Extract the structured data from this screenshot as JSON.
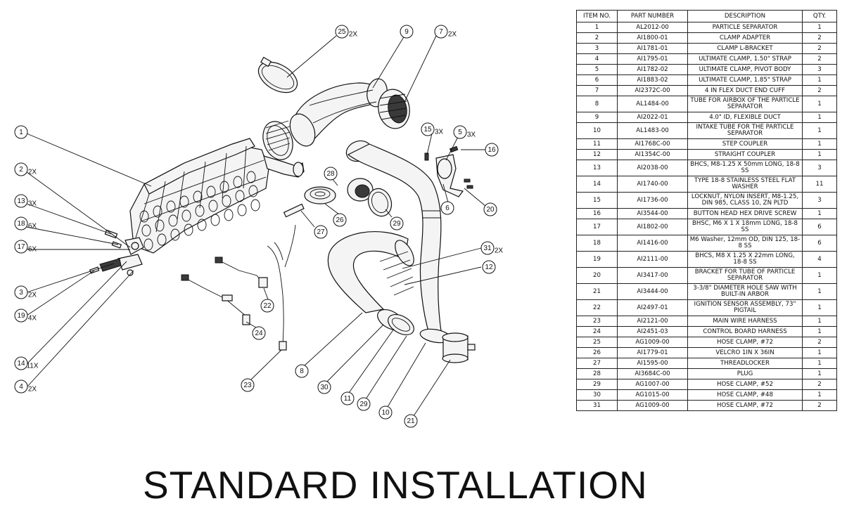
{
  "title": "STANDARD INSTALLATION",
  "bom": {
    "headers": [
      "ITEM NO.",
      "PART NUMBER",
      "DESCRIPTION",
      "QTY."
    ],
    "rows": [
      [
        "1",
        "AL2012-00",
        "PARTICLE SEPARATOR",
        "1"
      ],
      [
        "2",
        "AI1800-01",
        "CLAMP ADAPTER",
        "2"
      ],
      [
        "3",
        "AI1781-01",
        "CLAMP L-BRACKET",
        "2"
      ],
      [
        "4",
        "AI1795-01",
        "ULTIMATE CLAMP, 1.50\" STRAP",
        "2"
      ],
      [
        "5",
        "AI1782-02",
        "ULTIMATE CLAMP, PIVOT BODY",
        "3"
      ],
      [
        "6",
        "AI1883-02",
        "ULTIMATE CLAMP, 1.85\" STRAP",
        "1"
      ],
      [
        "7",
        "AI2372C-00",
        "4 IN FLEX DUCT END CUFF",
        "2"
      ],
      [
        "8",
        "AL1484-00",
        "TUBE FOR AIRBOX OF THE PARTICLE SEPARATOR",
        "1"
      ],
      [
        "9",
        "AI2022-01",
        "4.0\" ID, FLEXIBLE DUCT",
        "1"
      ],
      [
        "10",
        "AL1483-00",
        "INTAKE TUBE FOR THE PARTICLE SEPARATOR",
        "1"
      ],
      [
        "11",
        "AI1768C-00",
        "STEP COUPLER",
        "1"
      ],
      [
        "12",
        "AI1354C-00",
        "STRAIGHT COUPLER",
        "1"
      ],
      [
        "13",
        "AI2038-00",
        "BHCS, M8-1.25 X 50mm LONG, 18-8 SS",
        "3"
      ],
      [
        "14",
        "AI1740-00",
        "TYPE 18-8 STAINLESS STEEL FLAT WASHER",
        "11"
      ],
      [
        "15",
        "AI1736-00",
        "LOCKNUT, NYLON INSERT, M8-1.25, DIN 985, CLASS 10, ZN PLTD",
        "3"
      ],
      [
        "16",
        "AI3544-00",
        "BUTTON HEAD HEX DRIVE SCREW",
        "1"
      ],
      [
        "17",
        "AI1802-00",
        "BHSC, M6 X 1 X 18mm LONG, 18-8 SS",
        "6"
      ],
      [
        "18",
        "AI1416-00",
        "M6 Washer, 12mm OD, DIN 125, 18-8 SS",
        "6"
      ],
      [
        "19",
        "AI2111-00",
        "BHCS, M8 X 1.25 X 22mm LONG, 18-8 SS",
        "4"
      ],
      [
        "20",
        "AI3417-00",
        "BRACKET FOR TUBE OF PARTICLE SEPARATOR",
        "1"
      ],
      [
        "21",
        "AI3444-00",
        "3-3/8\" DIAMETER HOLE SAW WITH BUILT-IN ARBOR",
        "1"
      ],
      [
        "22",
        "AI2497-01",
        "IGNITION SENSOR ASSEMBLY, 73\" PIGTAIL",
        "1"
      ],
      [
        "23",
        "AI2121-00",
        "MAIN WIRE HARNESS",
        "1"
      ],
      [
        "24",
        "AI2451-03",
        "CONTROL BOARD HARNESS",
        "1"
      ],
      [
        "25",
        "AG1009-00",
        "HOSE CLAMP, #72",
        "2"
      ],
      [
        "26",
        "AI1779-01",
        "VELCRO 1IN X 36IN",
        "1"
      ],
      [
        "27",
        "AI1595-00",
        "THREADLOCKER",
        "1"
      ],
      [
        "28",
        "AI3684C-00",
        "PLUG",
        "1"
      ],
      [
        "29",
        "AG1007-00",
        "HOSE CLAMP, #52",
        "2"
      ],
      [
        "30",
        "AG1015-00",
        "HOSE CLAMP, #48",
        "1"
      ],
      [
        "31",
        "AG1009-00",
        "HOSE CLAMP, #72",
        "2"
      ]
    ]
  },
  "balloons": [
    {
      "num": "1",
      "qty": ""
    },
    {
      "num": "2",
      "qty": "2X"
    },
    {
      "num": "13",
      "qty": "3X"
    },
    {
      "num": "18",
      "qty": "6X"
    },
    {
      "num": "17",
      "qty": "6X"
    },
    {
      "num": "3",
      "qty": "2X"
    },
    {
      "num": "19",
      "qty": "4X"
    },
    {
      "num": "14",
      "qty": "11X"
    },
    {
      "num": "4",
      "qty": "2X"
    },
    {
      "num": "25",
      "qty": "2X"
    },
    {
      "num": "9",
      "qty": ""
    },
    {
      "num": "7",
      "qty": "2X"
    },
    {
      "num": "15",
      "qty": "3X"
    },
    {
      "num": "5",
      "qty": "3X"
    },
    {
      "num": "16",
      "qty": ""
    },
    {
      "num": "6",
      "qty": ""
    },
    {
      "num": "20",
      "qty": ""
    },
    {
      "num": "28",
      "qty": ""
    },
    {
      "num": "26",
      "qty": ""
    },
    {
      "num": "29",
      "qty": ""
    },
    {
      "num": "27",
      "qty": ""
    },
    {
      "num": "31",
      "qty": "2X"
    },
    {
      "num": "12",
      "qty": ""
    },
    {
      "num": "22",
      "qty": ""
    },
    {
      "num": "24",
      "qty": ""
    },
    {
      "num": "23",
      "qty": ""
    },
    {
      "num": "8",
      "qty": ""
    },
    {
      "num": "30",
      "qty": ""
    },
    {
      "num": "11",
      "qty": ""
    },
    {
      "num": "29",
      "qty": ""
    },
    {
      "num": "10",
      "qty": ""
    },
    {
      "num": "21",
      "qty": ""
    }
  ]
}
